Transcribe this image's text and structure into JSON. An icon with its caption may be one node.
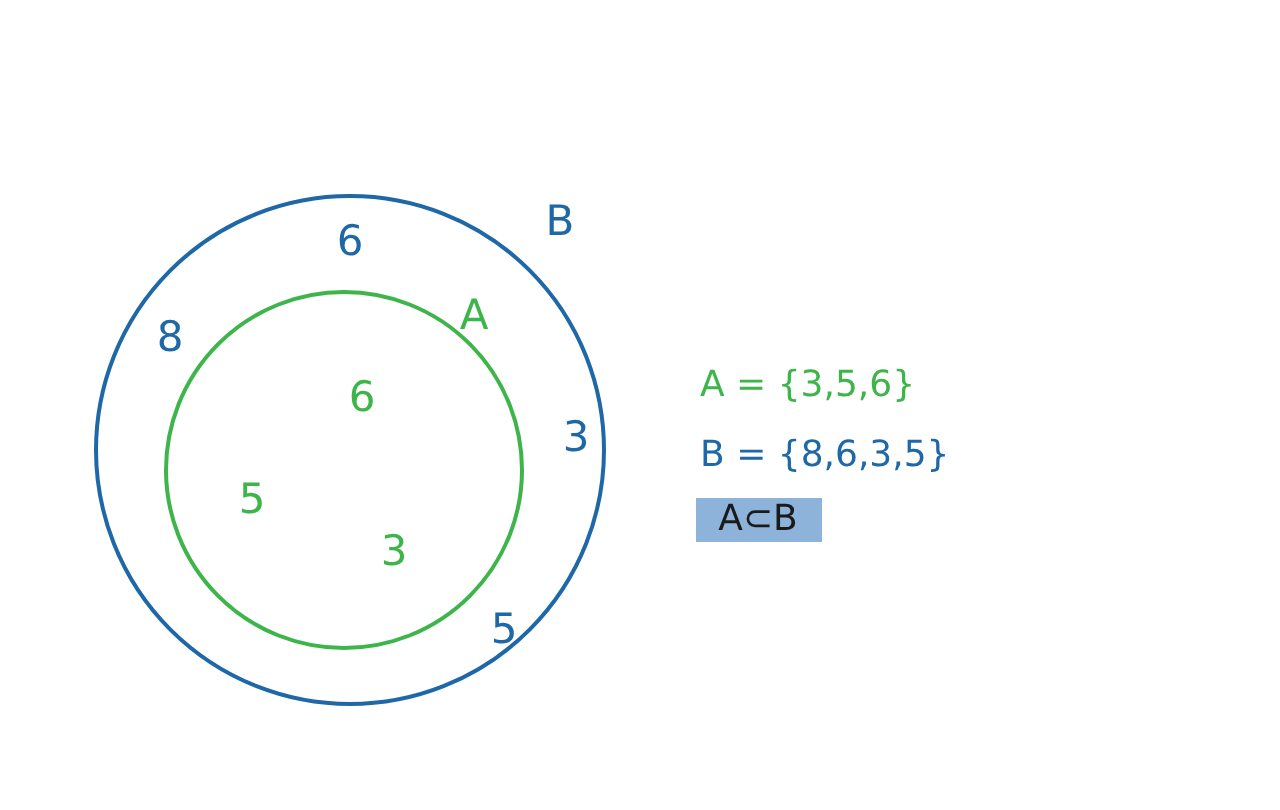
{
  "diagram": {
    "nodes": [
      {
        "text": [
          "B",
          "6",
          "8",
          "3",
          "5"
        ]
      },
      {
        "text": [
          "A",
          "6",
          "5",
          "3"
        ],
        "in": 0
      },
      {
        "text": [
          "A⊂B"
        ]
      }
    ],
    "edges": [],
    "labels": [
      "A = {3,5,6}",
      "B = {8,6,3,5}"
    ]
  }
}
